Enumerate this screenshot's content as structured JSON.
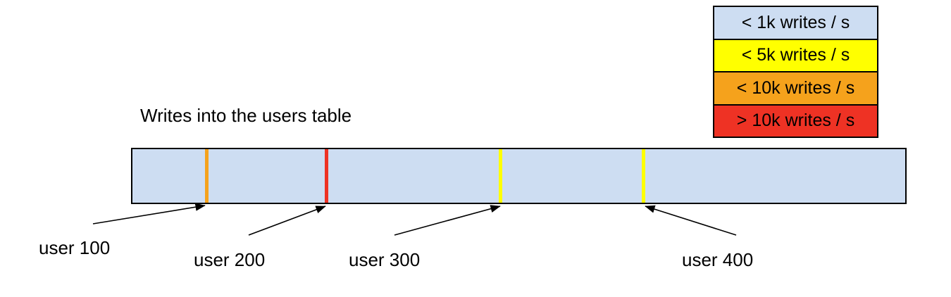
{
  "title": "Writes into the users table",
  "legend": {
    "items": [
      {
        "label": "< 1k writes / s",
        "color": "#cdddf2"
      },
      {
        "label": "< 5k writes / s",
        "color": "#ffff00"
      },
      {
        "label": "< 10k writes / s",
        "color": "#f5a21c"
      },
      {
        "label": "> 10k writes / s",
        "color": "#ee3224"
      }
    ]
  },
  "bar": {
    "fill": "#cdddf2",
    "markers": [
      {
        "user": "user 100",
        "color": "#f5a21c"
      },
      {
        "user": "user 200",
        "color": "#ee3224"
      },
      {
        "user": "user 300",
        "color": "#ffff00"
      },
      {
        "user": "user 400",
        "color": "#ffff00"
      }
    ]
  }
}
